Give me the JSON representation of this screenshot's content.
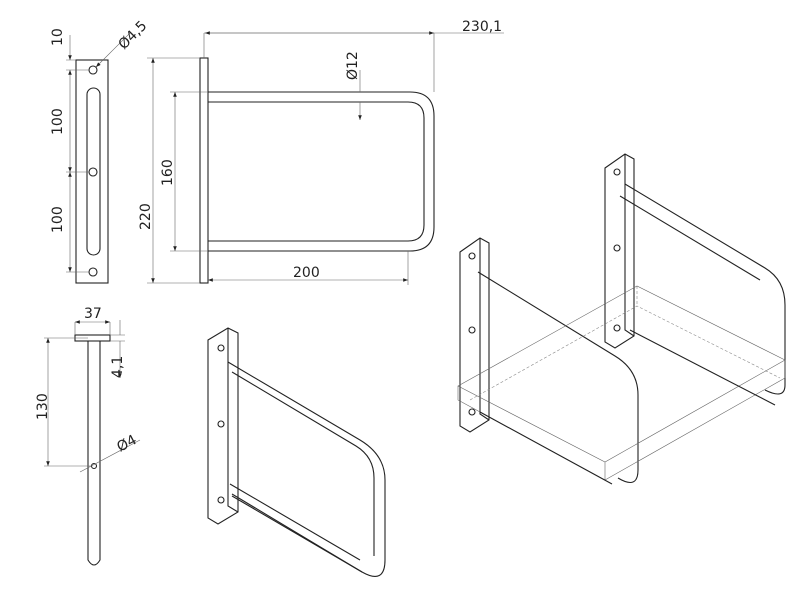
{
  "front_view": {
    "dim_top": "10",
    "dim_hole": "Ø4,5",
    "dim_upper": "100",
    "dim_lower": "100"
  },
  "top_view": {
    "dim_total": "230,1",
    "dim_rod": "Ø12",
    "dim_height": "220",
    "dim_inner": "160",
    "dim_length": "200"
  },
  "side_view": {
    "dim_width": "37",
    "dim_thickness": "4,1",
    "dim_depth": "130",
    "dim_pin": "Ø4"
  }
}
